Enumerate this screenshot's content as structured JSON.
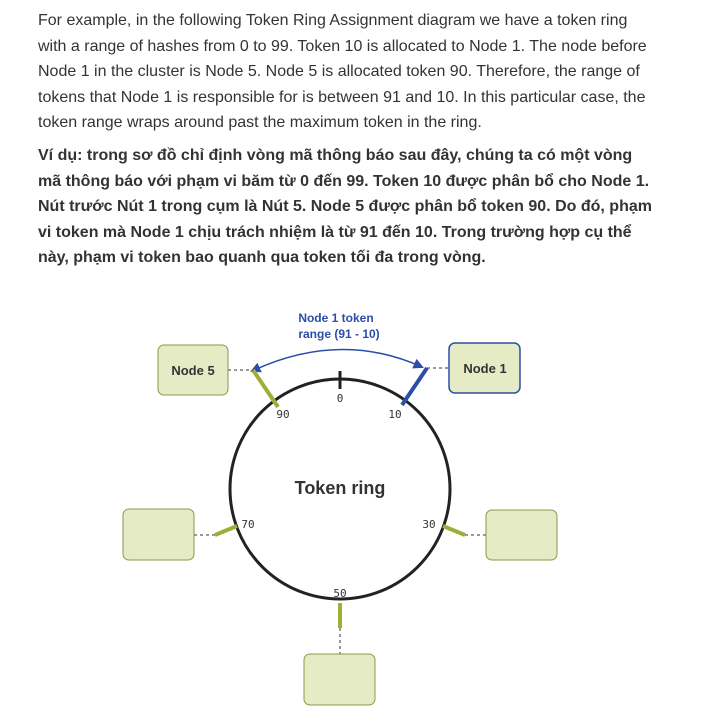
{
  "paragraphs": {
    "english": "For example, in the following Token Ring Assignment diagram we have a token ring with a range of hashes from 0 to 99. Token 10 is allocated to Node 1. The node before Node 1 in the cluster is Node 5. Node 5 is allocated token 90. Therefore, the range of tokens that Node 1 is responsible for is between 91 and 10. In this particular case, the token range wraps around past the maximum token in the ring.",
    "vietnamese": "Ví dụ: trong sơ đồ chỉ định vòng mã thông báo sau đây, chúng ta có một vòng mã thông báo với phạm vi băm từ 0 đến 99. Token 10 được phân bổ cho Node 1. Nút trước Nút 1 trong cụm là Nút 5. Node 5 được phân bổ token 90. Do đó, phạm vi token mà Node 1 chịu trách nhiệm là từ 91 đến 10. Trong trường hợp cụ thể này, phạm vi token bao quanh qua token tối đa trong vòng."
  },
  "diagram": {
    "ring_title": "Token ring",
    "range_label_line1": "Node 1 token",
    "range_label_line2": "range (91 - 10)",
    "nodes": {
      "node5": "Node 5",
      "node1": "Node 1"
    },
    "tokens": {
      "t0": "0",
      "t10": "10",
      "t30": "30",
      "t50": "50",
      "t70": "70",
      "t90": "90"
    },
    "colors": {
      "node_fill": "#e4ebc5",
      "node_stroke": "#8a9a4a",
      "node1_stroke": "#2b4ea8",
      "token_marker": "#a0ad38",
      "highlight_marker": "#2b4ea8",
      "ring": "#222222"
    }
  }
}
